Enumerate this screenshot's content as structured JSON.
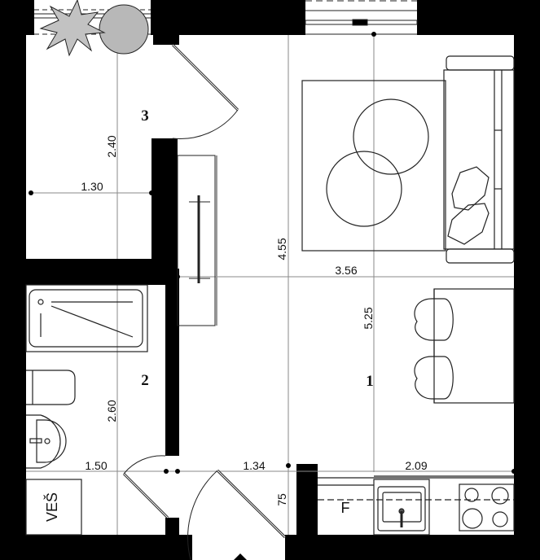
{
  "plan": {
    "rooms": [
      {
        "id": "1",
        "label": "1"
      },
      {
        "id": "2",
        "label": "2"
      },
      {
        "id": "3",
        "label": "3"
      }
    ],
    "dimensions": {
      "room3_height": "2.40",
      "room3_width": "1.30",
      "living_height": "4.55",
      "living_width": "3.56",
      "kitchen_height": "5.25",
      "bath_height": "2.60",
      "bath_width": "1.50",
      "hall_width": "1.34",
      "kitchen_width": "2.09",
      "entry_depth": "75"
    },
    "labels": {
      "laundry": "VEŠ",
      "fridge": "F"
    },
    "colors": {
      "wall": "#000000",
      "line": "#1a1a1a",
      "dim_line": "#8a8a8a",
      "plant": "#b8b8b8"
    }
  }
}
